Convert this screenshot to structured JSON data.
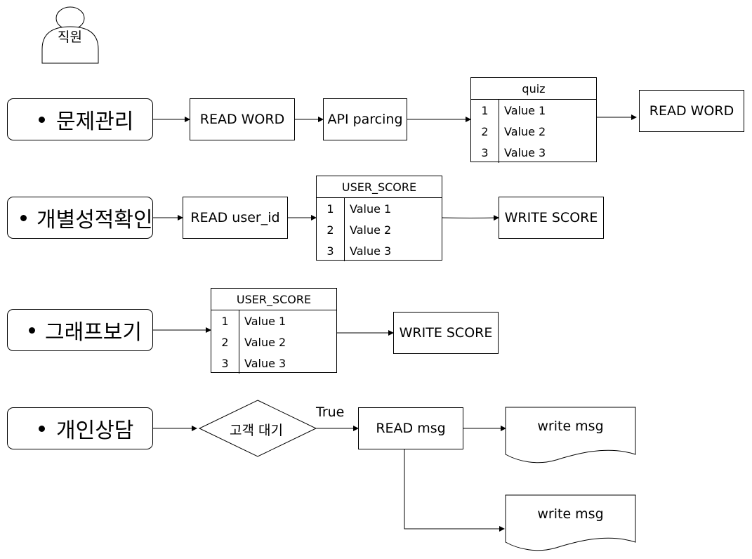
{
  "actor": {
    "name": "직원"
  },
  "rows": [
    {
      "category": "문제관리",
      "step1": "READ WORD",
      "step2": "API parcing",
      "table": {
        "title": "quiz",
        "rows": [
          {
            "index": "1",
            "value": "Value 1"
          },
          {
            "index": "2",
            "value": "Value 2"
          },
          {
            "index": "3",
            "value": "Value 3"
          }
        ]
      },
      "result": "READ WORD"
    },
    {
      "category": "개별성적확인",
      "step1": "READ user_id",
      "table": {
        "title": "USER_SCORE",
        "rows": [
          {
            "index": "1",
            "value": "Value 1"
          },
          {
            "index": "2",
            "value": "Value 2"
          },
          {
            "index": "3",
            "value": "Value 3"
          }
        ]
      },
      "result": "WRITE SCORE"
    },
    {
      "category": "그래프보기",
      "table": {
        "title": "USER_SCORE",
        "rows": [
          {
            "index": "1",
            "value": "Value 1"
          },
          {
            "index": "2",
            "value": "Value 2"
          },
          {
            "index": "3",
            "value": "Value 3"
          }
        ]
      },
      "result": "WRITE SCORE"
    },
    {
      "category": "개인상담",
      "decision": "고객 대기",
      "edge_label": "True",
      "step1": "READ msg",
      "doc1": "write msg",
      "doc2": "write msg"
    }
  ]
}
